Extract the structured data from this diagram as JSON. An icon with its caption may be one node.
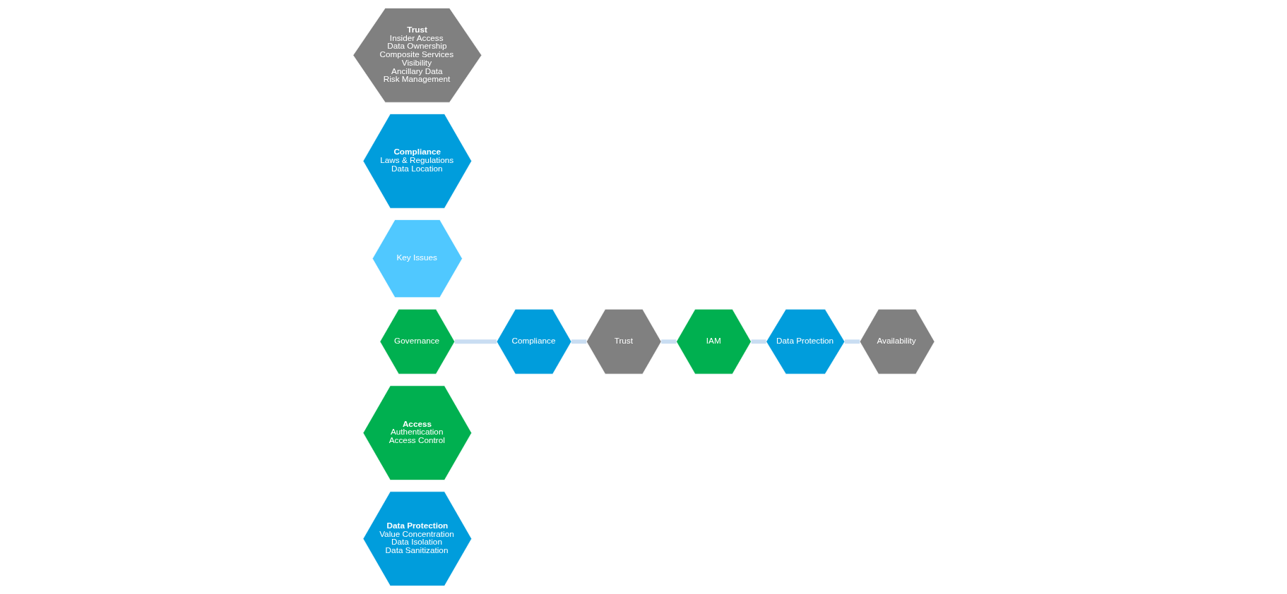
{
  "diagram": {
    "nodes": [
      {
        "text": [
          "Data Protection",
          "Value Concentration",
          "Data Isolation",
          "Data Sanitization"
        ]
      },
      {
        "text": [
          "Access",
          "Authentication",
          "Access Control"
        ]
      },
      {
        "text": [
          "Governance"
        ]
      },
      {
        "text": [
          "Availability"
        ]
      },
      {
        "text": [
          "Compliance"
        ]
      },
      {
        "text": [
          "Key Issues"
        ]
      },
      {
        "text": [
          "Data Protection"
        ]
      },
      {
        "text": [
          "Trust"
        ]
      },
      {
        "text": [
          "IAM"
        ]
      },
      {
        "text": [
          "Compliance",
          "Laws & Regulations",
          "Data Location"
        ]
      },
      {
        "text": [
          "Trust",
          "Insider Access",
          "Data Ownership",
          "Composite Services",
          "Visibility",
          "Ancillary Data",
          "Risk Management"
        ]
      }
    ],
    "edges": [
      {
        "from": 2,
        "to": 4,
        "arrow": "none"
      },
      {
        "from": 4,
        "to": 7,
        "arrow": "none"
      },
      {
        "from": 7,
        "to": 8,
        "arrow": "none"
      },
      {
        "from": 8,
        "to": 6,
        "arrow": "none"
      },
      {
        "from": 6,
        "to": 3,
        "arrow": "none"
      }
    ]
  }
}
